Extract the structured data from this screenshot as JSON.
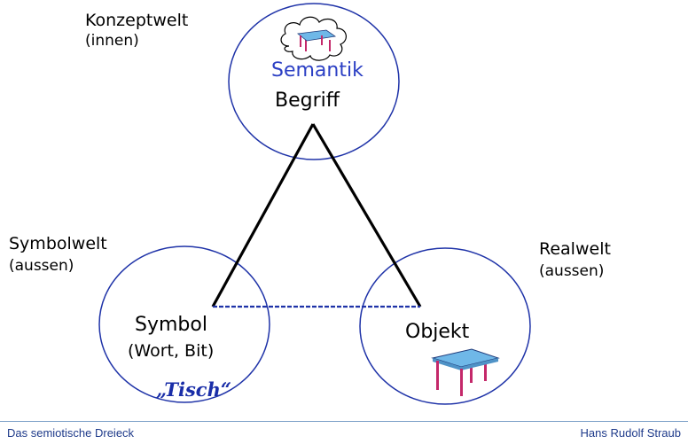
{
  "regions": {
    "concept": {
      "title": "Konzeptwelt",
      "subtitle": "(innen)"
    },
    "symbol": {
      "title": "Symbolwelt",
      "subtitle": "(aussen)"
    },
    "real": {
      "title": "Realwelt",
      "subtitle": "(aussen)"
    }
  },
  "nodes": {
    "concept": {
      "top_label": "Semantik",
      "label": "Begriff"
    },
    "symbol": {
      "label": "Symbol",
      "sublabel": "(Wort, Bit)",
      "example": "„Tisch“"
    },
    "object": {
      "label": "Objekt"
    }
  },
  "footer": {
    "left": "Das semiotische Dreieck",
    "right": "Hans Rudolf Straub"
  },
  "colors": {
    "circle_stroke": "#1f33a8",
    "triangle_stroke": "#000000",
    "baseline_dashed": "#1f33a8",
    "table_top": "#6fb8e8",
    "table_legs": "#c4286a",
    "footer_text": "#1e3a8a"
  }
}
